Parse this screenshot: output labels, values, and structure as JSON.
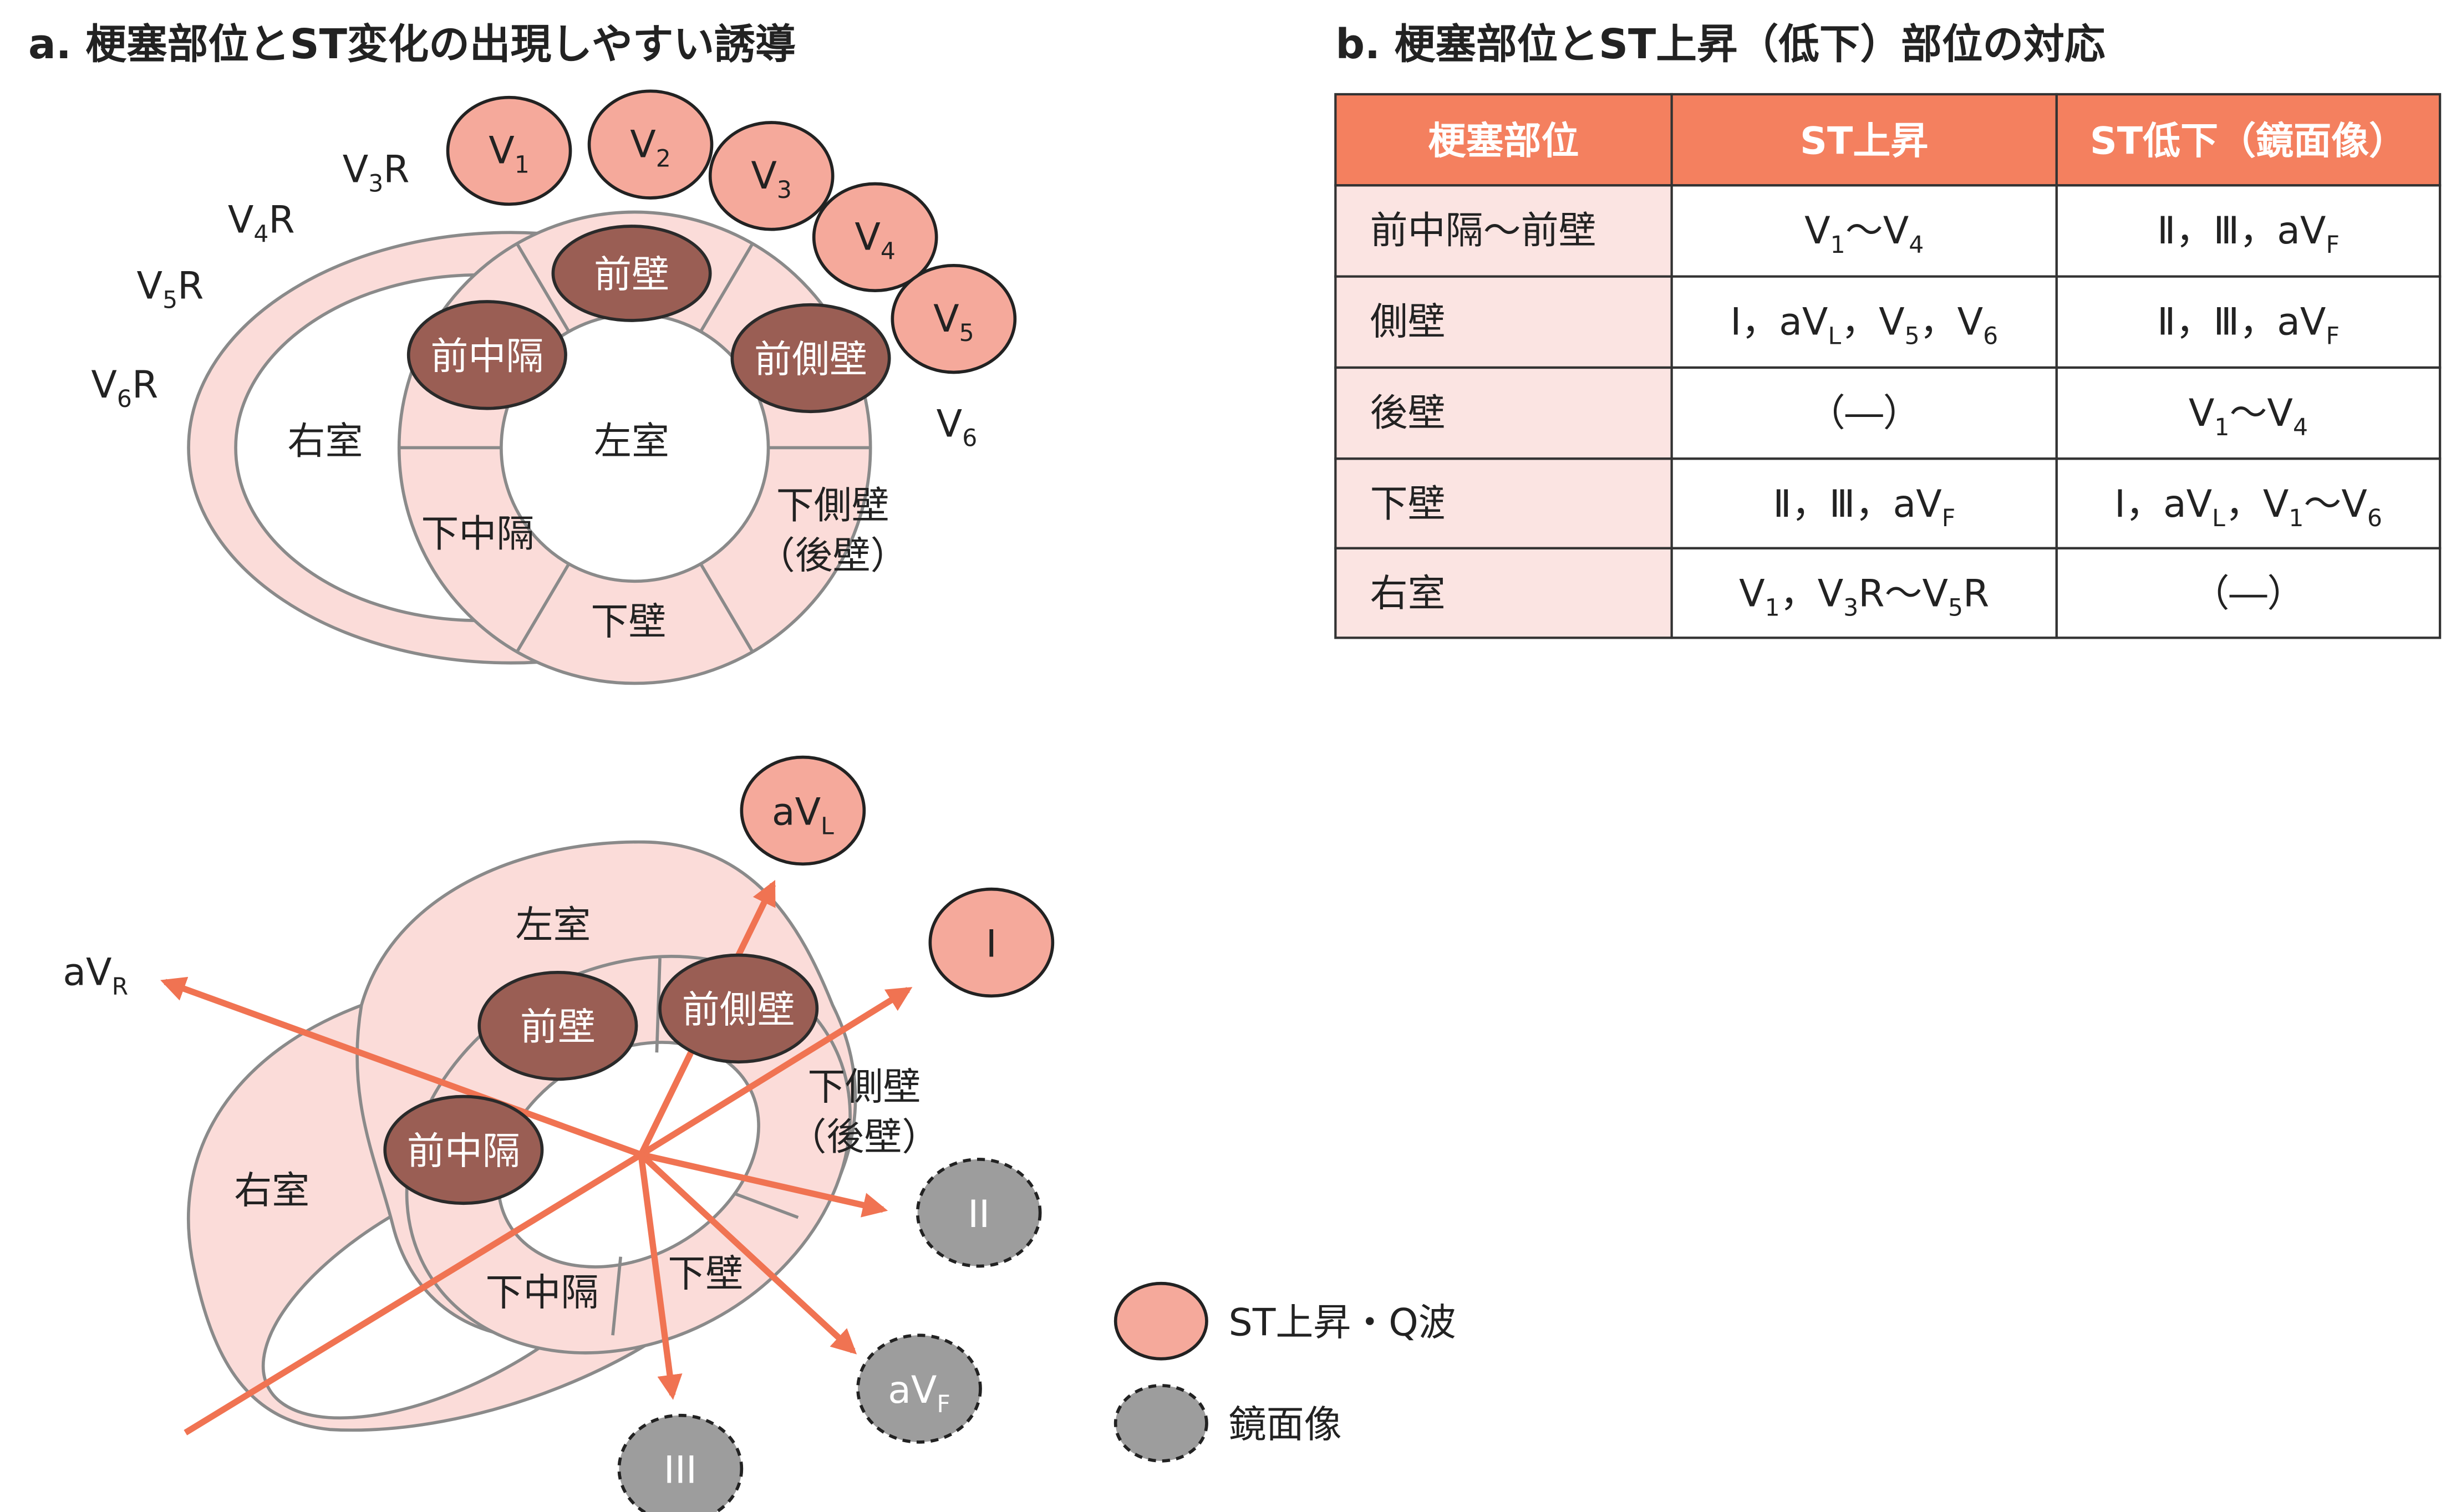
{
  "title_a": "a.  梗塞部位とST変化の出現しやすい誘導",
  "title_b": "b.  梗塞部位とST上昇（低下）部位の対応",
  "colors": {
    "header": "#f4805f",
    "first_col": "#fbe4e2",
    "lead": "#f5a99b",
    "mirror": "#9d9d9d",
    "dark": "#9a5e54",
    "arrow": "#f07352"
  },
  "top": {
    "leads": [
      [
        [
          "V",
          "1"
        ]
      ],
      [
        [
          "V",
          "2"
        ]
      ],
      [
        [
          "V",
          "3"
        ]
      ],
      [
        [
          "V",
          "4"
        ]
      ],
      [
        [
          "V",
          "5"
        ]
      ]
    ],
    "v6": [
      [
        "V",
        "6"
      ]
    ],
    "right_leads": [
      [
        [
          "V",
          "3"
        ],
        [
          "R",
          ""
        ]
      ],
      [
        [
          "V",
          "4"
        ],
        [
          "R",
          ""
        ]
      ],
      [
        [
          "V",
          "5"
        ],
        [
          "R",
          ""
        ]
      ],
      [
        [
          "V",
          "6"
        ],
        [
          "R",
          ""
        ]
      ]
    ],
    "rv": "右室",
    "lv": "左室",
    "anterior": "前壁",
    "anteroseptal": "前中隔",
    "anterolateral": "前側壁",
    "inferoseptal": "下中隔",
    "inferior": "下壁",
    "inferolateral": "下側壁",
    "posterior": "（後壁）"
  },
  "bottom": {
    "avl": [
      [
        "aV",
        "L"
      ]
    ],
    "i": "I",
    "avr": [
      [
        "aV",
        "R"
      ]
    ],
    "ii": "II",
    "avf": [
      [
        "aV",
        "F"
      ]
    ],
    "iii": "III",
    "lv": "左室",
    "rv": "右室",
    "anterior": "前壁",
    "anterolateral": "前側壁",
    "anteroseptal": "前中隔",
    "inferolateral": "下側壁",
    "posterior": "（後壁）",
    "inferoseptal": "下中隔",
    "inferior": "下壁"
  },
  "legend": {
    "st_elevation": "ST上昇・Q波",
    "mirror": "鏡面像"
  },
  "table": {
    "headers": [
      "梗塞部位",
      "ST上昇",
      "ST低下（鏡面像）"
    ],
    "rows": [
      [
        [
          [
            "前中隔～前壁",
            ""
          ]
        ],
        [
          [
            "V",
            "1"
          ],
          [
            "～V",
            "4"
          ]
        ],
        [
          [
            "Ⅱ，Ⅲ，aV",
            "F"
          ]
        ]
      ],
      [
        [
          [
            "側壁",
            ""
          ]
        ],
        [
          [
            "Ⅰ，aV",
            "L"
          ],
          [
            "，V",
            "5"
          ],
          [
            "，V",
            "6"
          ]
        ],
        [
          [
            "Ⅱ，Ⅲ，aV",
            "F"
          ]
        ]
      ],
      [
        [
          [
            "後壁",
            ""
          ]
        ],
        [
          [
            "（―）",
            ""
          ]
        ],
        [
          [
            "V",
            "1"
          ],
          [
            "～V",
            "4"
          ]
        ]
      ],
      [
        [
          [
            "下壁",
            ""
          ]
        ],
        [
          [
            "Ⅱ，Ⅲ，aV",
            "F"
          ]
        ],
        [
          [
            "Ⅰ，aV",
            "L"
          ],
          [
            "，V",
            "1"
          ],
          [
            "～V",
            "6"
          ]
        ]
      ],
      [
        [
          [
            "右室",
            ""
          ]
        ],
        [
          [
            "V",
            "1"
          ],
          [
            "，V",
            "3"
          ],
          [
            "R～V",
            "5"
          ],
          [
            "R",
            ""
          ]
        ],
        [
          [
            "（―）",
            ""
          ]
        ]
      ]
    ]
  }
}
